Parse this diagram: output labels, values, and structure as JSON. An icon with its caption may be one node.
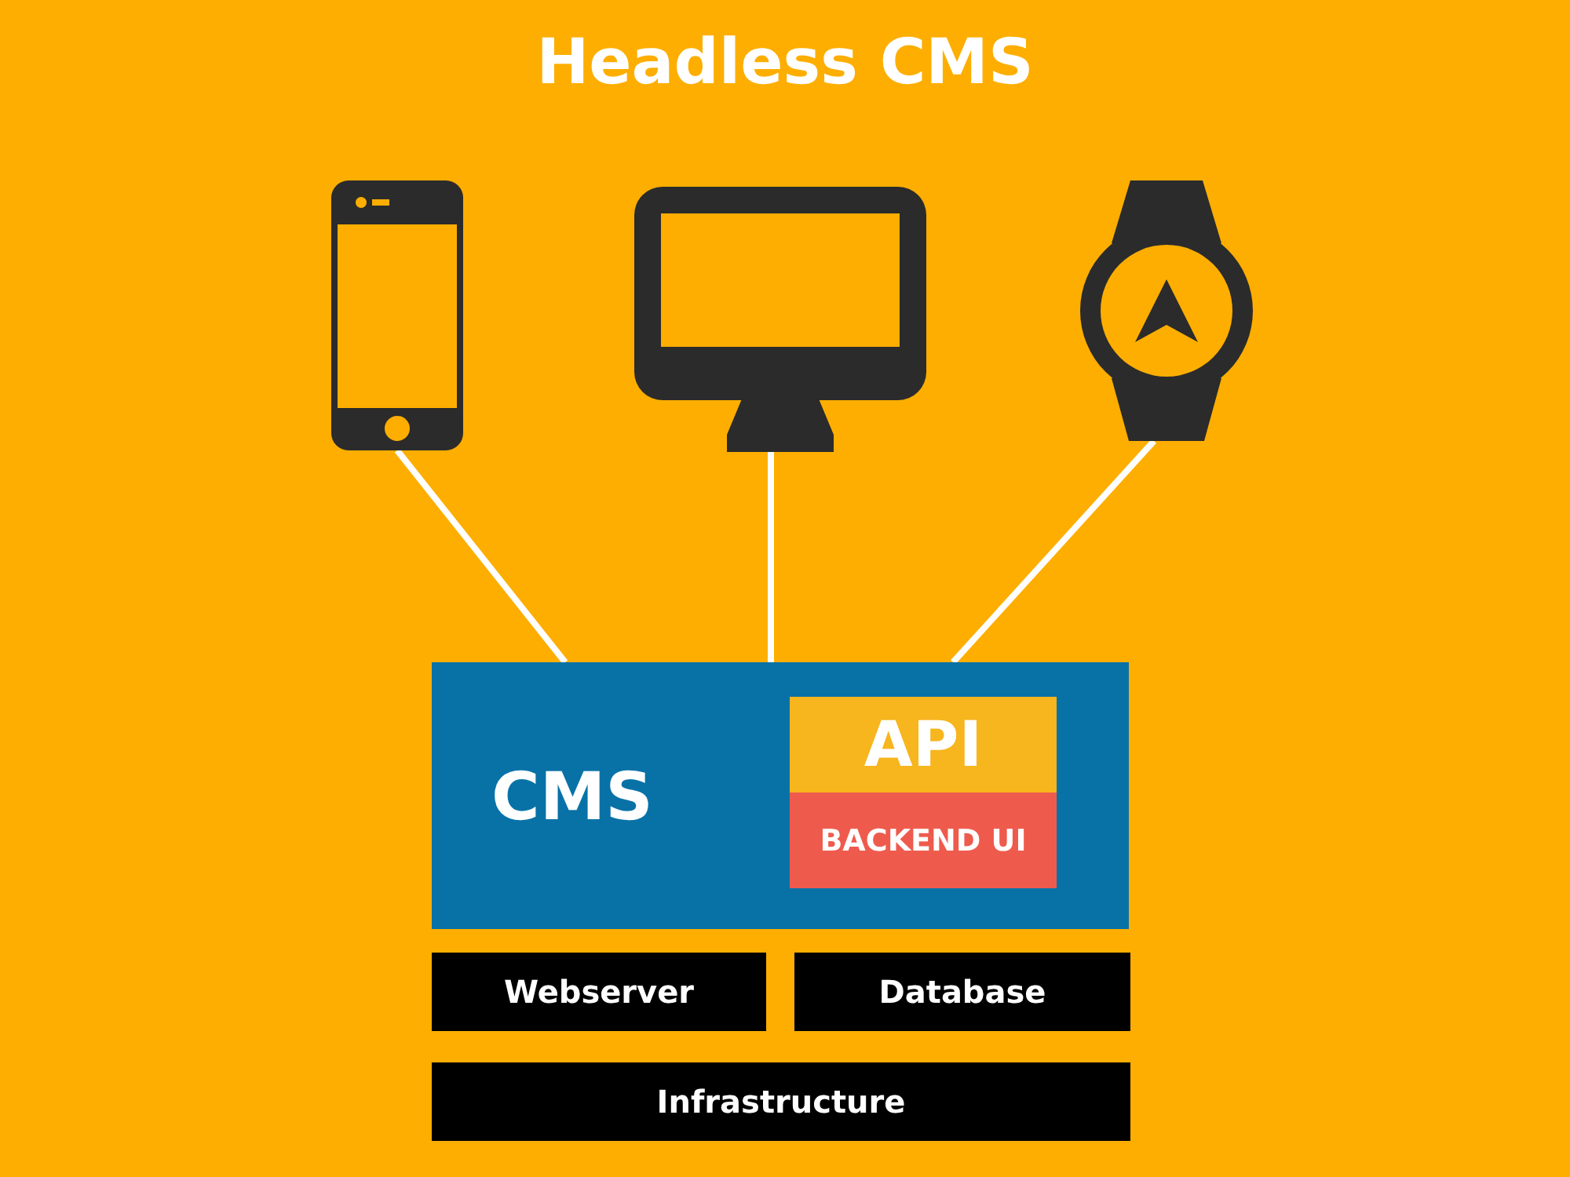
{
  "diagram": {
    "title": "Headless CMS",
    "nodes": [
      {
        "text": [],
        "shape": "phone"
      },
      {
        "text": [],
        "shape": "monitor"
      },
      {
        "text": [],
        "shape": "watch"
      },
      {
        "text": [
          "CMS"
        ]
      },
      {
        "text": [
          "API"
        ],
        "in": 3
      },
      {
        "text": [
          "BACKEND UI"
        ],
        "in": 3
      },
      {
        "text": [
          "Webserver"
        ]
      },
      {
        "text": [
          "Database"
        ]
      },
      {
        "text": [
          "Infrastructure"
        ]
      }
    ],
    "edges": [
      {
        "from": 0,
        "to": 3,
        "arrow": "none"
      },
      {
        "from": 1,
        "to": 3,
        "arrow": "none"
      },
      {
        "from": 2,
        "to": 3,
        "arrow": "none"
      }
    ]
  }
}
